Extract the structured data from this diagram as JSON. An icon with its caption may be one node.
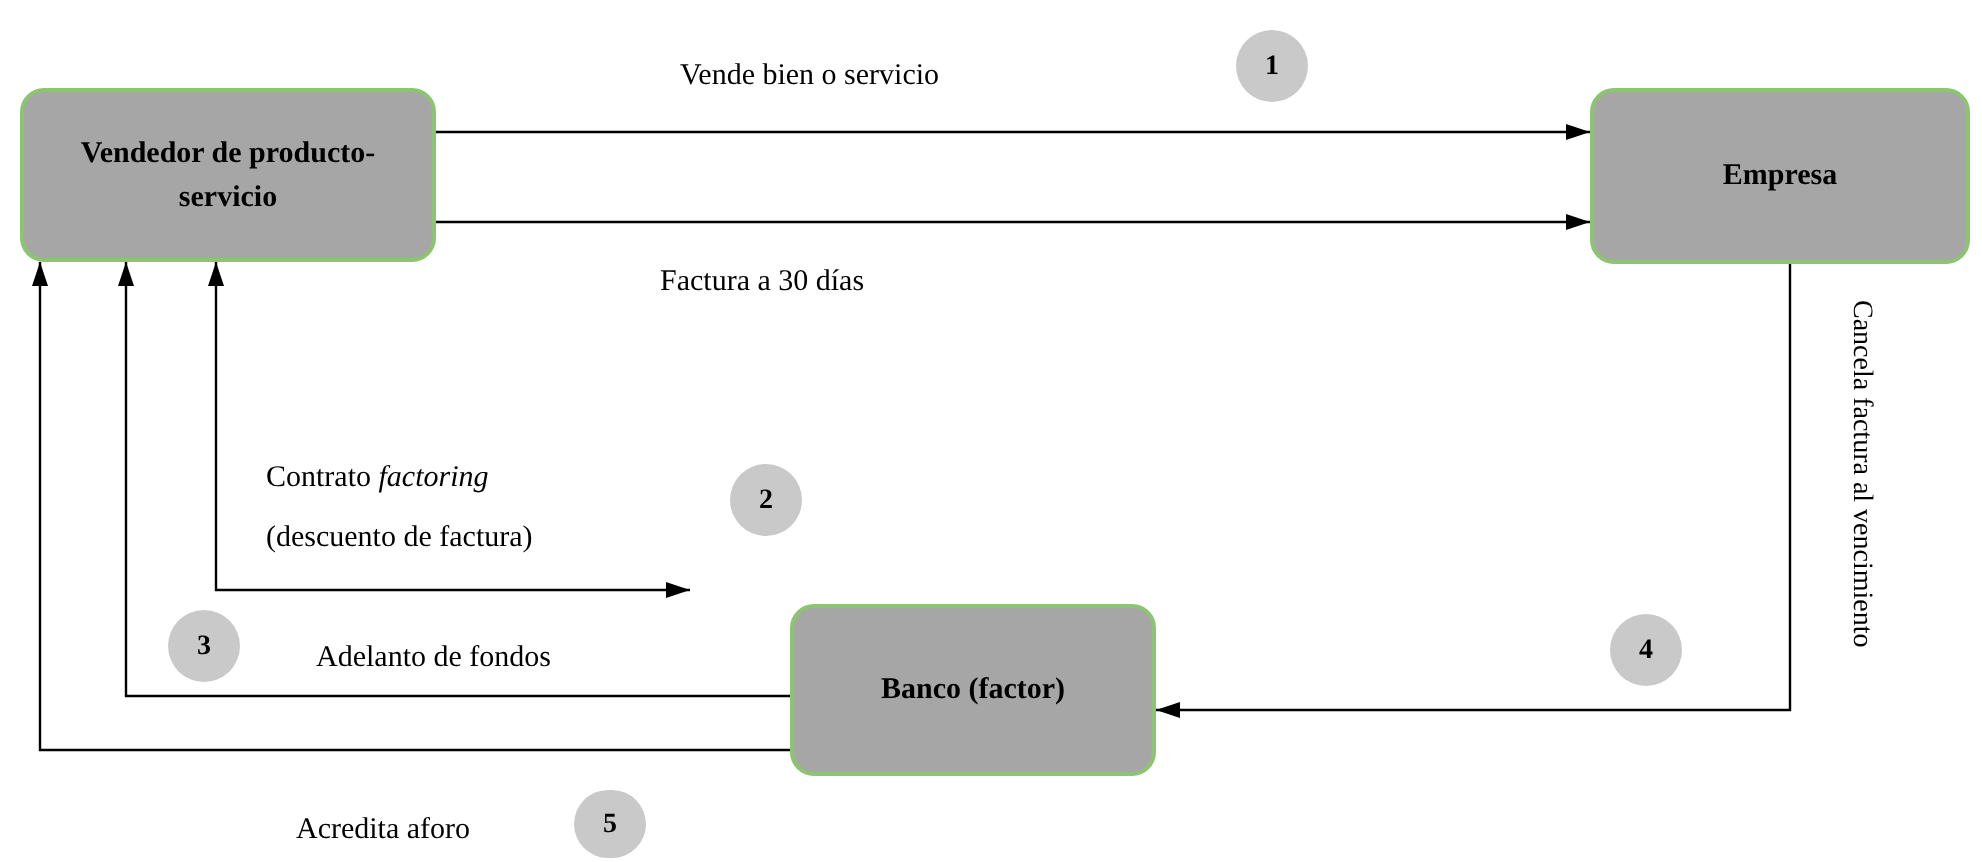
{
  "diagram": {
    "nodes": [
      {
        "text": [
          "Vendedor de producto-servicio"
        ]
      },
      {
        "text": [
          "Empresa"
        ]
      },
      {
        "text": [
          "Banco (factor)"
        ]
      },
      {
        "text": [
          "1"
        ]
      },
      {
        "text": [
          "2"
        ]
      },
      {
        "text": [
          "3"
        ]
      },
      {
        "text": [
          "4"
        ]
      },
      {
        "text": [
          "5"
        ]
      }
    ],
    "edges": [
      {
        "from": 0,
        "to": 1,
        "arrow": "to",
        "label": "Vende bien o servicio"
      },
      {
        "from": 0,
        "to": 1,
        "arrow": "to",
        "label": "Factura a 30 días"
      },
      {
        "from": 0,
        "to": null,
        "arrow": "both",
        "label": "Contrato *factoring* (descuento de factura)"
      },
      {
        "from": 2,
        "to": 0,
        "arrow": "to",
        "label": "Adelanto de fondos"
      },
      {
        "from": 2,
        "to": 0,
        "arrow": "to",
        "label": "Acredita aforo"
      },
      {
        "from": 1,
        "to": 2,
        "arrow": "to",
        "label": "Cancela factura al vencimiento"
      }
    ]
  }
}
